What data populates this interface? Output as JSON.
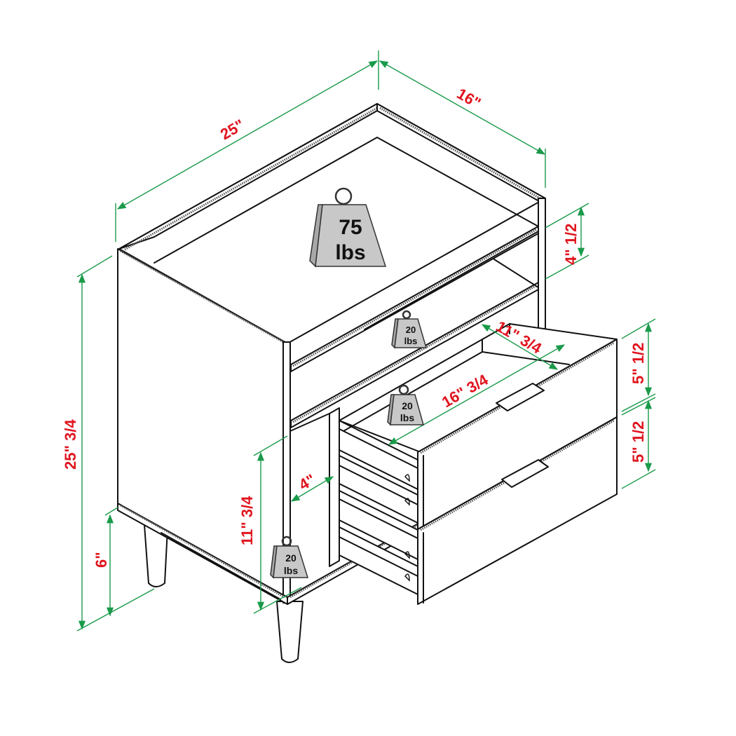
{
  "diagram": {
    "subject": "Nightstand with open shelf and two drawers",
    "line_color": "#111111",
    "dimension_line_color": "#1a9a4a",
    "dimension_text_color": "#e0141e",
    "weight_icon_color": "#c8c8c8"
  },
  "dimensions": {
    "overall_width": "25\"",
    "overall_depth": "16\"",
    "overall_height": "25\" 3/4",
    "leg_height": "6\"",
    "open_shelf_height": "4\" 1/2",
    "drawer_top_height": "5\" 1/2",
    "drawer_bottom_height": "5\" 1/2",
    "drawer_inner_width": "11\" 3/4",
    "drawer_inner_depth": "16\" 3/4",
    "side_cubby_width": "4\"",
    "side_cubby_height": "11\" 3/4"
  },
  "weight_capacities": {
    "top_surface": {
      "value": "75",
      "unit": "lbs"
    },
    "open_shelf": {
      "value": "20",
      "unit": "lbs"
    },
    "drawer": {
      "value": "20",
      "unit": "lbs"
    },
    "side_cubby": {
      "value": "20",
      "unit": "lbs"
    }
  }
}
